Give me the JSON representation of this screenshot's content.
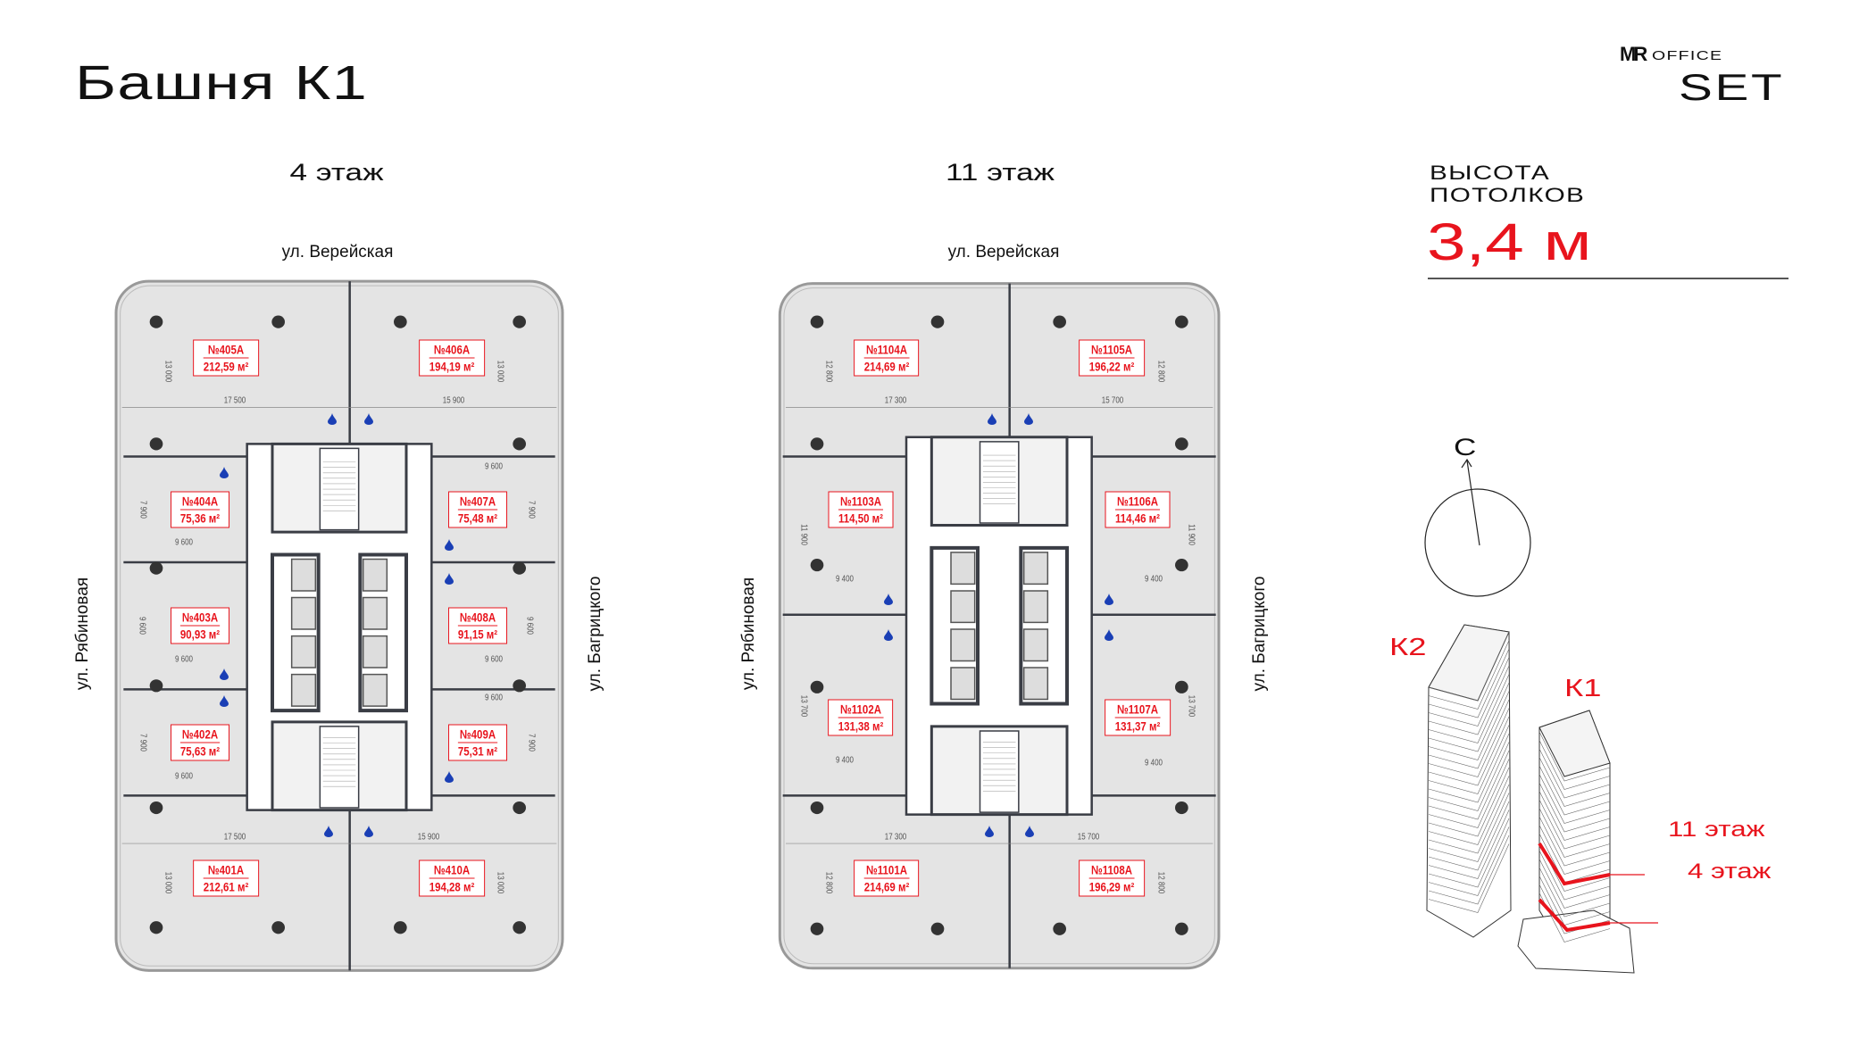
{
  "title": "Башня К1",
  "logo": {
    "mr": "MR",
    "office": "OFFICE",
    "set": "SET"
  },
  "ceiling": {
    "label_line1": "ВЫСОТА",
    "label_line2": "ПОТОЛКОВ",
    "value": "3,4 м"
  },
  "colors": {
    "accent": "#e8141d",
    "floor_fill": "#e4e4e4",
    "wall": "#3a3d45",
    "water": "#1a3fb5"
  },
  "plans": [
    {
      "floor": "4 этаж",
      "street_top": "ул. Верейская",
      "street_left": "ул. Рябиновая",
      "street_right": "ул. Багрицкого",
      "units": [
        {
          "no": "№405А",
          "area": "212,59 м²"
        },
        {
          "no": "№406А",
          "area": "194,19 м²"
        },
        {
          "no": "№404А",
          "area": "75,36 м²"
        },
        {
          "no": "№407А",
          "area": "75,48 м²"
        },
        {
          "no": "№403А",
          "area": "90,93 м²"
        },
        {
          "no": "№408А",
          "area": "91,15 м²"
        },
        {
          "no": "№402А",
          "area": "75,63 м²"
        },
        {
          "no": "№409А",
          "area": "75,31 м²"
        },
        {
          "no": "№401А",
          "area": "212,61 м²"
        },
        {
          "no": "№410А",
          "area": "194,28 м²"
        }
      ],
      "dims": [
        "13 000",
        "13 000",
        "17 500",
        "15 900",
        "9 600",
        "7 900",
        "7 900",
        "9 600",
        "9 600",
        "9 600",
        "9 600",
        "9 600",
        "9 600",
        "7 900",
        "7 900",
        "9 600",
        "17 500",
        "15 900",
        "13 000",
        "13 000"
      ]
    },
    {
      "floor": "11 этаж",
      "street_top": "ул. Верейская",
      "street_left": "ул. Рябиновая",
      "street_right": "ул. Багрицкого",
      "units": [
        {
          "no": "№1104А",
          "area": "214,69 м²"
        },
        {
          "no": "№1105А",
          "area": "196,22 м²"
        },
        {
          "no": "№1103А",
          "area": "114,50 м²"
        },
        {
          "no": "№1106А",
          "area": "114,46 м²"
        },
        {
          "no": "№1102А",
          "area": "131,38 м²"
        },
        {
          "no": "№1107А",
          "area": "131,37 м²"
        },
        {
          "no": "№1101А",
          "area": "214,69 м²"
        },
        {
          "no": "№1108А",
          "area": "196,29 м²"
        }
      ],
      "dims": [
        "12 800",
        "12 800",
        "17 300",
        "15 700",
        "11 900",
        "11 900",
        "9 400",
        "9 400",
        "13 700",
        "13 700",
        "9 400",
        "9 400",
        "17 300",
        "15 700",
        "12 800",
        "12 800"
      ]
    }
  ],
  "compass": {
    "north": "С"
  },
  "building": {
    "k2": "К2",
    "k1": "К1",
    "tag_11": "11 этаж",
    "tag_4": "4 этаж"
  }
}
